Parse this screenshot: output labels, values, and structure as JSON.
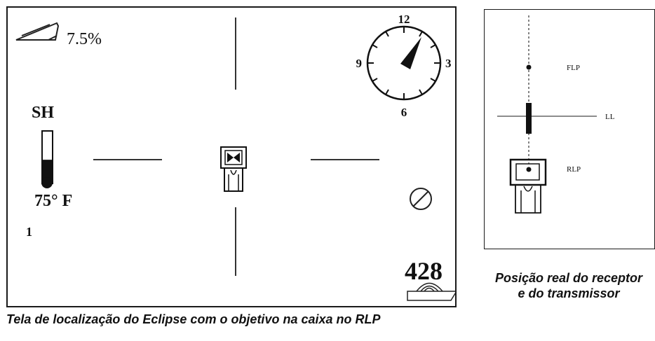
{
  "main_display": {
    "pitch_value": "7.5%",
    "roll_dial": {
      "label_top": "12",
      "label_right": "3",
      "label_bottom": "6",
      "label_left": "9",
      "pointer_clock_position": 1.5
    },
    "sh_label": "SH",
    "temperature_value": "75° F",
    "temperature_level_fraction": 0.45,
    "side_number": "1",
    "depth_value": "428"
  },
  "side_panel": {
    "flp_label": "FLP",
    "ll_label": "LL",
    "rlp_label": "RLP"
  },
  "captions": {
    "main": "Tela de localização do Eclipse com o objetivo na caixa no RLP",
    "side": "Posição real do receptor e do transmissor"
  }
}
